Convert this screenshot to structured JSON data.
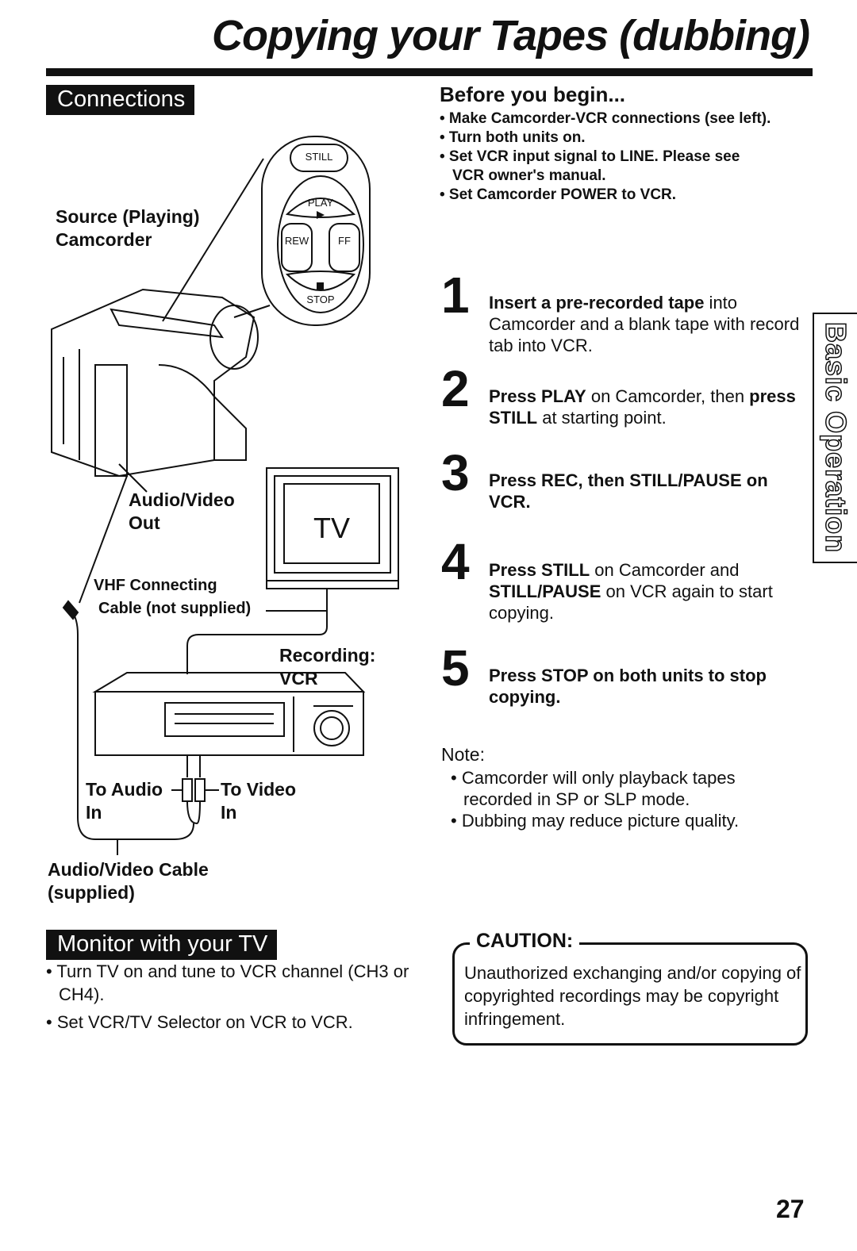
{
  "page": {
    "title": "Copying your Tapes (dubbing)",
    "page_number": "27",
    "side_tab": "Basic Operation"
  },
  "connections": {
    "heading": "Connections",
    "labels": {
      "source_line1": "Source (Playing)",
      "source_line2": "Camcorder",
      "av_out_line1": "Audio/Video",
      "av_out_line2": "Out",
      "vhf_line1": "VHF Connecting",
      "vhf_line2": "Cable (not supplied)",
      "recording_line1": "Recording:",
      "recording_line2": "VCR",
      "to_audio_line1": "To Audio",
      "to_audio_line2": "In",
      "to_video_line1": "To Video",
      "to_video_line2": "In",
      "av_cable_line1": "Audio/Video Cable",
      "av_cable_line2": "(supplied)",
      "tv": "TV"
    },
    "buttons": {
      "still": "STILL",
      "play": "PLAY",
      "rew": "REW",
      "ff": "FF",
      "stop": "STOP"
    }
  },
  "before": {
    "title": "Before you begin...",
    "items": [
      "• Make Camcorder-VCR connections (see left).",
      "• Turn both units on.",
      "• Set VCR input signal to LINE. Please see VCR owner's manual.",
      "• Set Camcorder POWER to VCR."
    ]
  },
  "steps": [
    {
      "num": "1",
      "bold": "Insert a pre-recorded tape",
      "text": " into Camcorder and a blank tape with record tab into VCR.",
      "bold2": "",
      "text2": ""
    },
    {
      "num": "2",
      "bold": "Press PLAY",
      "text": " on Camcorder, then ",
      "bold2": "press STILL",
      "text2": " at starting point."
    },
    {
      "num": "3",
      "bold": "Press REC, then STILL/PAUSE on VCR.",
      "text": "",
      "bold2": "",
      "text2": ""
    },
    {
      "num": "4",
      "bold": "Press STILL",
      "text": " on Camcorder and ",
      "bold2": "STILL/PAUSE",
      "text2": " on VCR again to start copying."
    },
    {
      "num": "5",
      "bold": "Press STOP on both units to stop copying.",
      "text": "",
      "bold2": "",
      "text2": ""
    }
  ],
  "note": {
    "title": "Note:",
    "items": [
      "• Camcorder will only playback tapes recorded in SP or SLP mode.",
      "• Dubbing may reduce picture quality."
    ]
  },
  "monitor": {
    "heading": "Monitor with your TV",
    "items": [
      "• Turn TV on and tune to VCR channel (CH3 or CH4).",
      "• Set VCR/TV Selector on VCR to VCR."
    ]
  },
  "caution": {
    "title": "CAUTION:",
    "text": "Unauthorized exchanging and/or copying of copyrighted recordings may be copyright infringement."
  }
}
